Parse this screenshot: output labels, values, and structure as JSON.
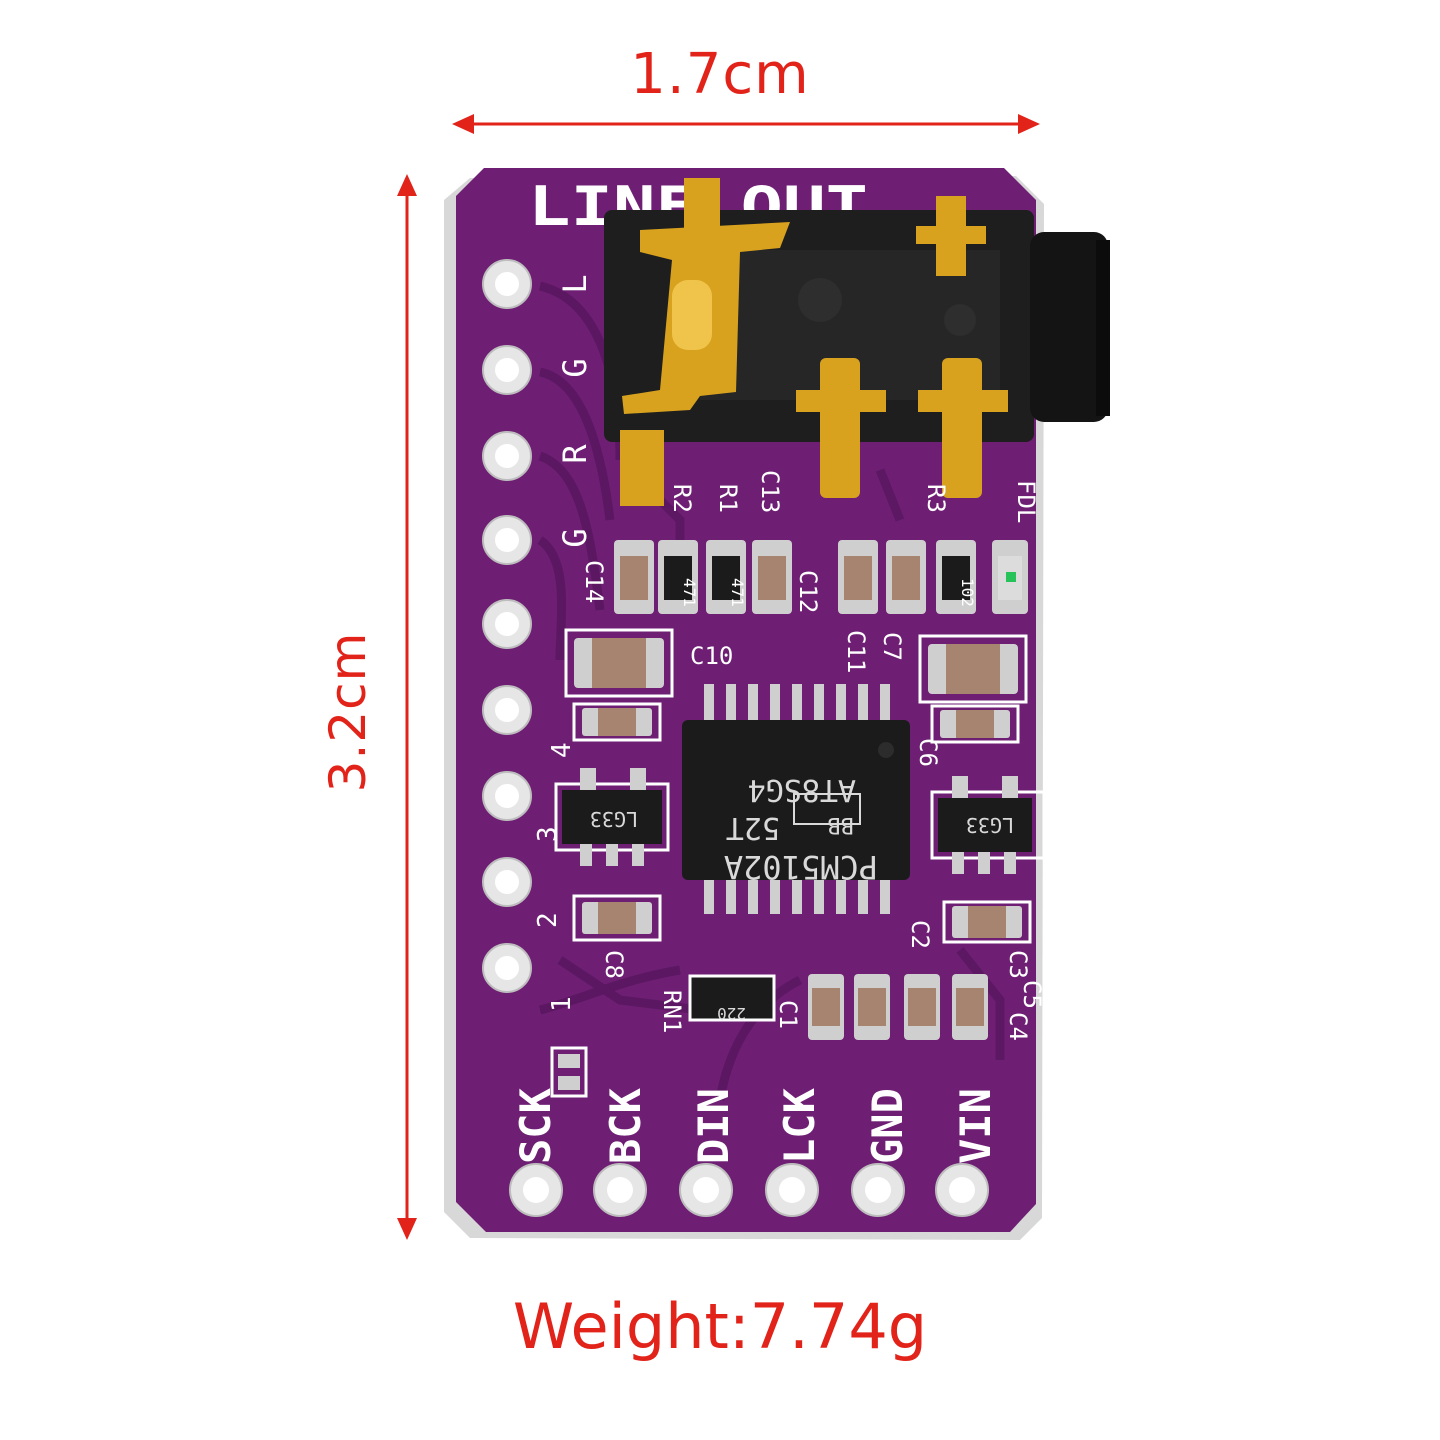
{
  "dimensions": {
    "width": "1.7cm",
    "height": "3.2cm",
    "weight": "Weight:7.74g"
  },
  "colors": {
    "annotation": "#e2231a",
    "pcb": "#6e1f74",
    "silkscreen": "#ffffff",
    "pad": "#c9c9c9",
    "jack": "#1a1a1a",
    "gold": "#d8a21f"
  },
  "board": {
    "header_label": "LINE OUT",
    "side_pins": [
      "L",
      "G",
      "R",
      "G"
    ],
    "bottom_pins": [
      "SCK",
      "BCK",
      "DIN",
      "LCK",
      "GND",
      "VIN"
    ],
    "chip_line1": "PCM5102A",
    "chip_line2": "52T",
    "chip_line3": "AT8SG4",
    "chip_logo": "BB",
    "regulator_left": "LG33",
    "regulator_right": "LG33",
    "resistor_network": "RN1",
    "resistor_network_code": "220",
    "component_labels": [
      "R2",
      "R1",
      "C13",
      "R3",
      "FDL",
      "C14",
      "C12",
      "C10",
      "C11",
      "C7",
      "C6",
      "C8",
      "C2",
      "C3",
      "C1",
      "C4",
      "C5"
    ],
    "resistor_codes": [
      "471",
      "471",
      "102"
    ],
    "jumper_numbers": [
      "1",
      "2",
      "3",
      "4"
    ]
  }
}
